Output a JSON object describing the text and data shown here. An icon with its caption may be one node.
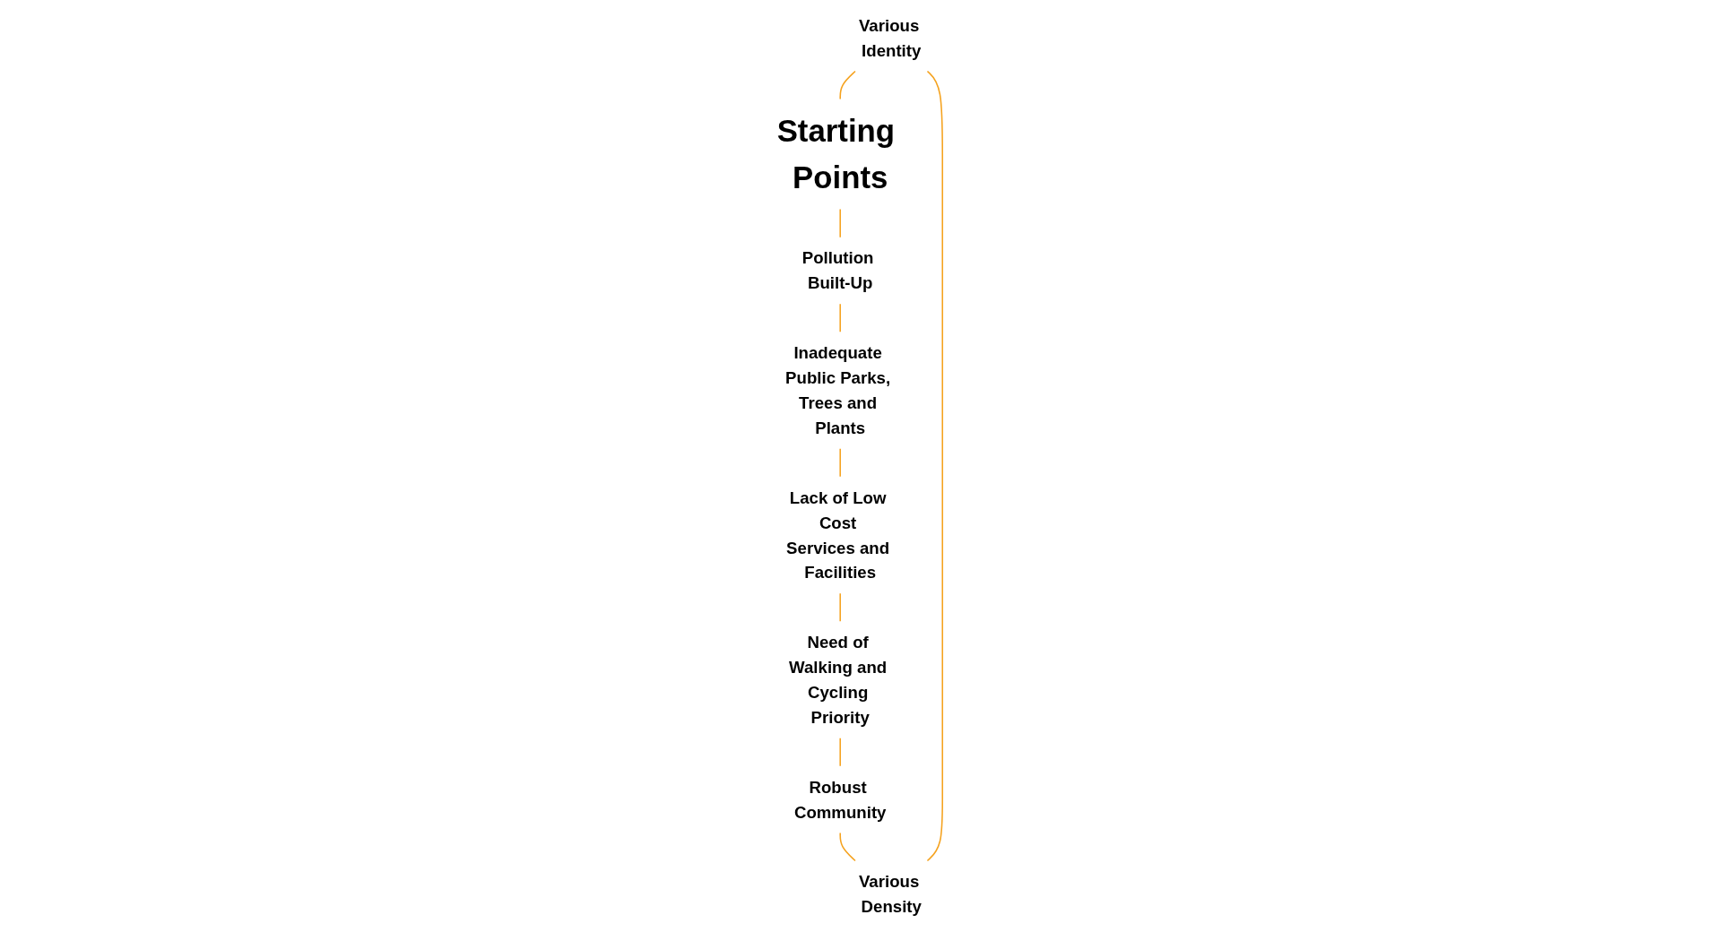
{
  "diagram": {
    "nodes": [
      {
        "text": [
          "Various Identity"
        ]
      },
      {
        "text": [
          "Starting Points"
        ]
      },
      {
        "text": [
          "Various Density"
        ]
      },
      {
        "text": [
          "Pollution Built-Up"
        ]
      },
      {
        "text": [
          "Robust Community"
        ]
      },
      {
        "text": [
          "Inadequate Public Parks, Trees and Plants"
        ]
      },
      {
        "text": [
          "Need of Walking and Cycling Priority"
        ]
      },
      {
        "text": [
          "Lack of Low Cost Services and Facilities"
        ]
      }
    ],
    "edges": [
      {
        "from": 1,
        "to": 3,
        "arrow": "none"
      },
      {
        "from": 3,
        "to": 5,
        "arrow": "none"
      },
      {
        "from": 5,
        "to": 7,
        "arrow": "none"
      },
      {
        "from": 7,
        "to": 6,
        "arrow": "none"
      },
      {
        "from": 6,
        "to": 4,
        "arrow": "none"
      },
      {
        "from": 4,
        "to": 2,
        "arrow": "none"
      },
      {
        "from": 2,
        "to": 0,
        "arrow": "none"
      },
      {
        "from": 0,
        "to": 1,
        "arrow": "none"
      }
    ]
  }
}
